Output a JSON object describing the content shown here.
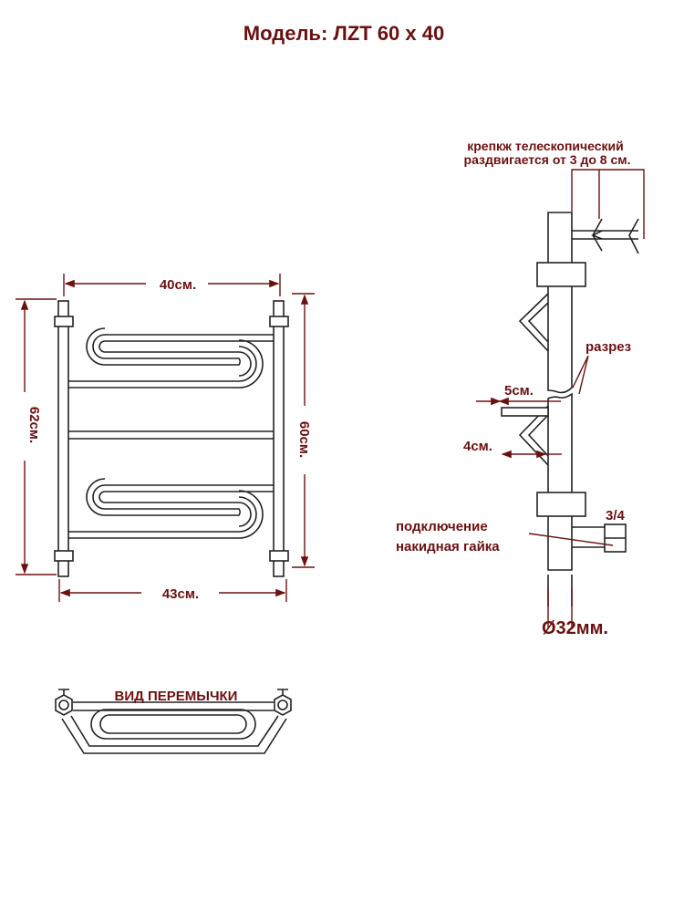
{
  "title": "Модель: ЛZT 60 x 40",
  "front_view": {
    "width_top": "40см.",
    "width_bottom": "43см.",
    "height_total": "62см.",
    "height_axis": "60см."
  },
  "side_view": {
    "bracket_line1": "крепкж телескопический",
    "bracket_line2": "раздвигается от 3 до 8 см.",
    "section_label": "разрез",
    "offset_5": "5см.",
    "offset_4": "4см.",
    "connection_line1": "подключение",
    "connection_line2": "накидная гайка",
    "thread_size": "3/4",
    "diameter": "Ø32мм."
  },
  "jumper_view": {
    "label": "ВИД ПЕРЕМЫЧКИ"
  },
  "colors": {
    "label": "#6b1010",
    "line": "#222222"
  }
}
